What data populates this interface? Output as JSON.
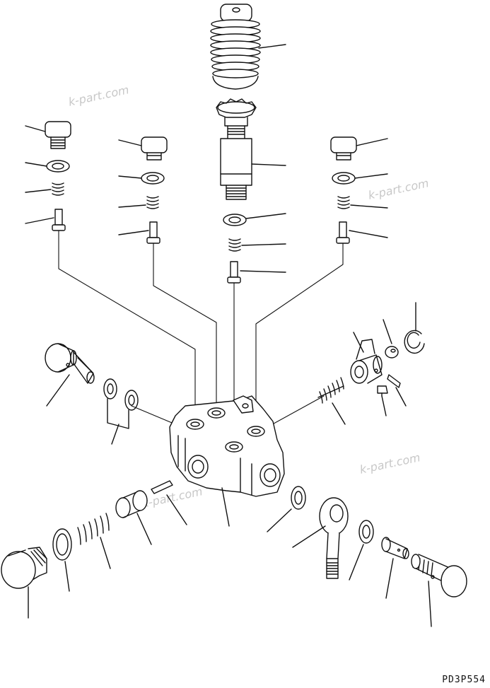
{
  "watermark": "k-part.com",
  "drawing_code": "PD3P554",
  "parts": [
    "bellows-cap",
    "plunger-tube",
    "ring-center",
    "spring-center",
    "pin-center",
    "plug-left",
    "ring-left",
    "spring-left",
    "pin-left",
    "plug-mid",
    "ring-mid",
    "spring-mid",
    "pin-mid",
    "plug-right",
    "ring-right",
    "spring-right",
    "pin-right",
    "bolt-left",
    "washers-left",
    "valve-body",
    "spring-side",
    "sleeve-coupler",
    "snap-ring",
    "cap-small",
    "pin-small",
    "pin-dowel",
    "plug-big",
    "washer-big",
    "spring-bottom",
    "bushing",
    "pin-bottom",
    "washer-eye",
    "eye-joint",
    "washer-eye2",
    "pin-stud",
    "bolt-right"
  ]
}
